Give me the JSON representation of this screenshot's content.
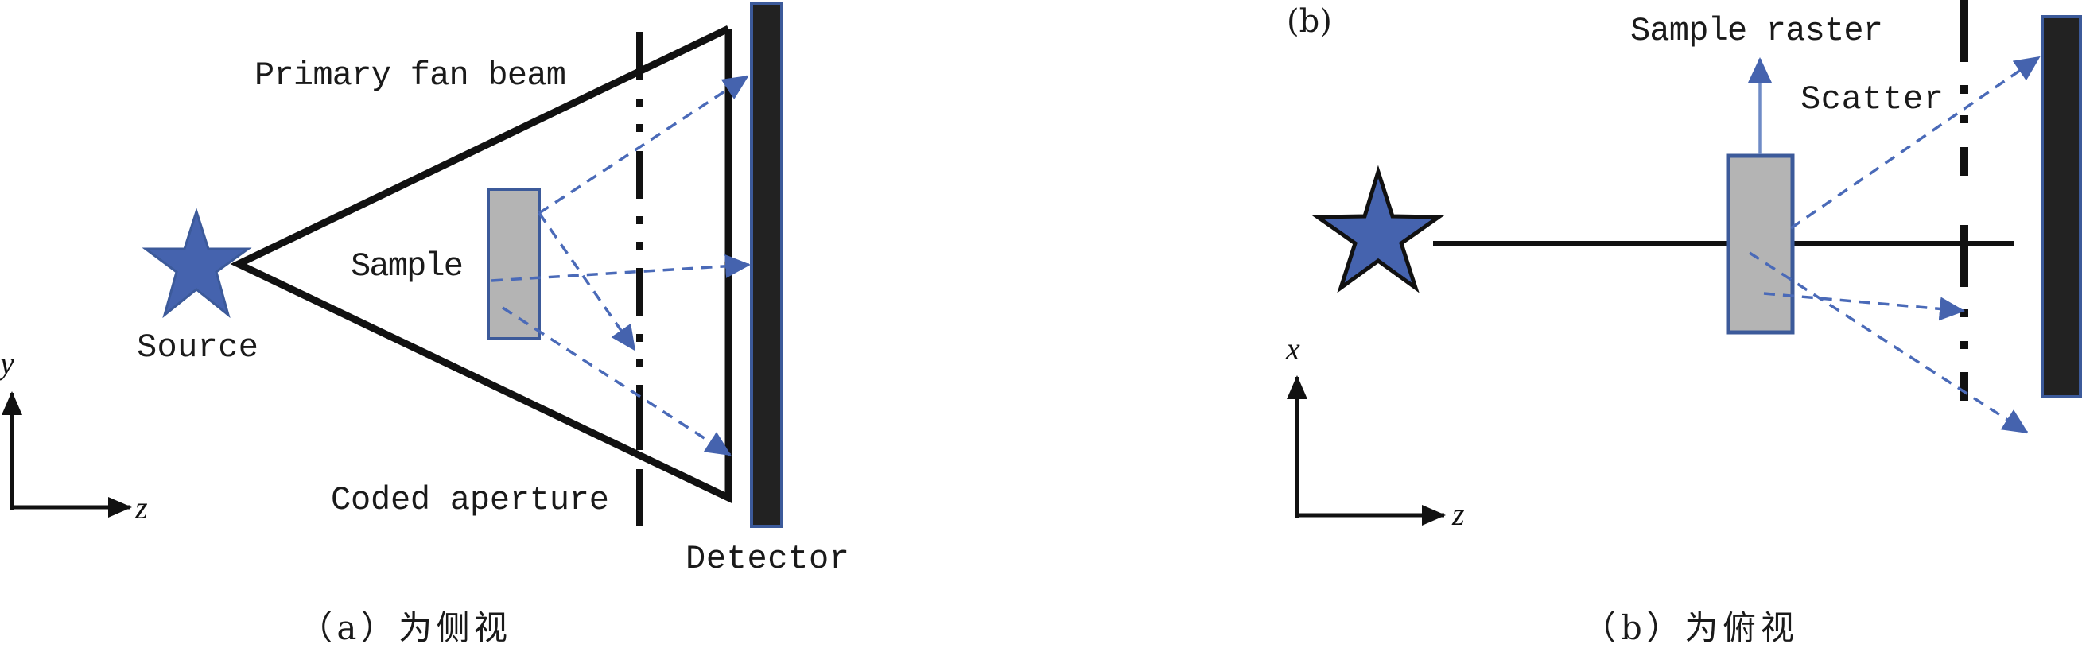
{
  "figure": {
    "colors": {
      "source": "#4563AE",
      "scatter": "#4A6AB8",
      "sample_fill": "#B4B4B4",
      "sample_border": "#3C5A9A",
      "detector_fill": "#222222",
      "detector_border": "#3C5A9A",
      "line": "#111111"
    },
    "panel_a": {
      "caption": "（a）为侧视",
      "labels": {
        "primary_fan_beam": "Primary fan beam",
        "sample": "Sample",
        "source": "Source",
        "coded_aperture": "Coded aperture",
        "detector": "Detector"
      },
      "axes": {
        "vertical": "y",
        "horizontal": "z"
      }
    },
    "panel_b": {
      "tag": "(b)",
      "caption": "（b）为俯视",
      "labels": {
        "sample_raster": "Sample raster",
        "scatter": "Scatter"
      },
      "axes": {
        "vertical": "x",
        "horizontal": "z"
      }
    }
  }
}
